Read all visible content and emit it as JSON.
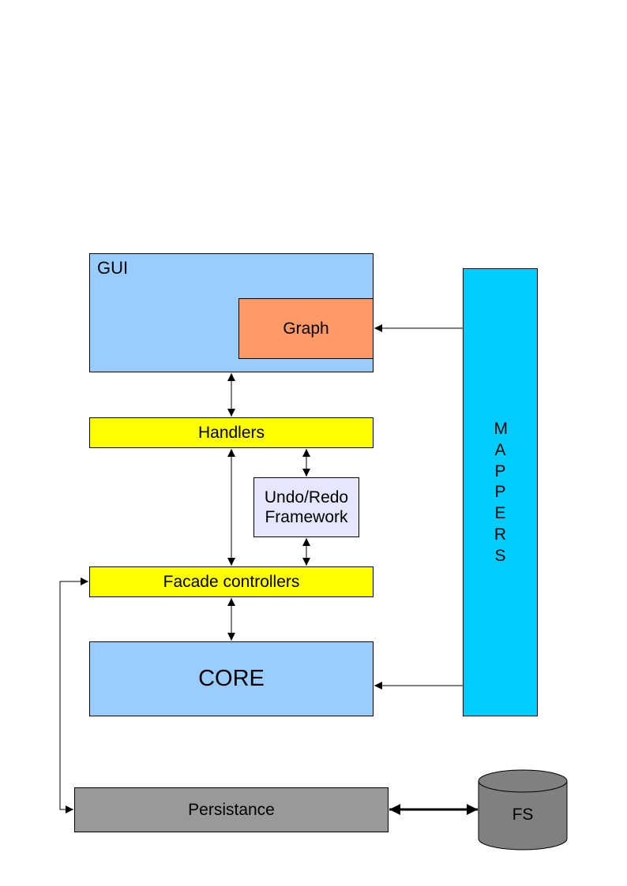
{
  "colors": {
    "gui_fill": "#99ccff",
    "graph_fill": "#ff9966",
    "bar_fill": "#ffff00",
    "undo_fill": "#e6e6ff",
    "core_fill": "#99ccff",
    "mappers_fill": "#00ccff",
    "persist_fill": "#999999",
    "fs_fill": "#808080",
    "line": "#000000"
  },
  "nodes": {
    "gui": "GUI",
    "graph": "Graph",
    "handlers": "Handlers",
    "undo_redo": "Undo/Redo\nFramework",
    "facade": "Facade controllers",
    "core": "CORE",
    "mappers": "MAPPERS",
    "persistance": "Persistance",
    "fs": "FS"
  }
}
